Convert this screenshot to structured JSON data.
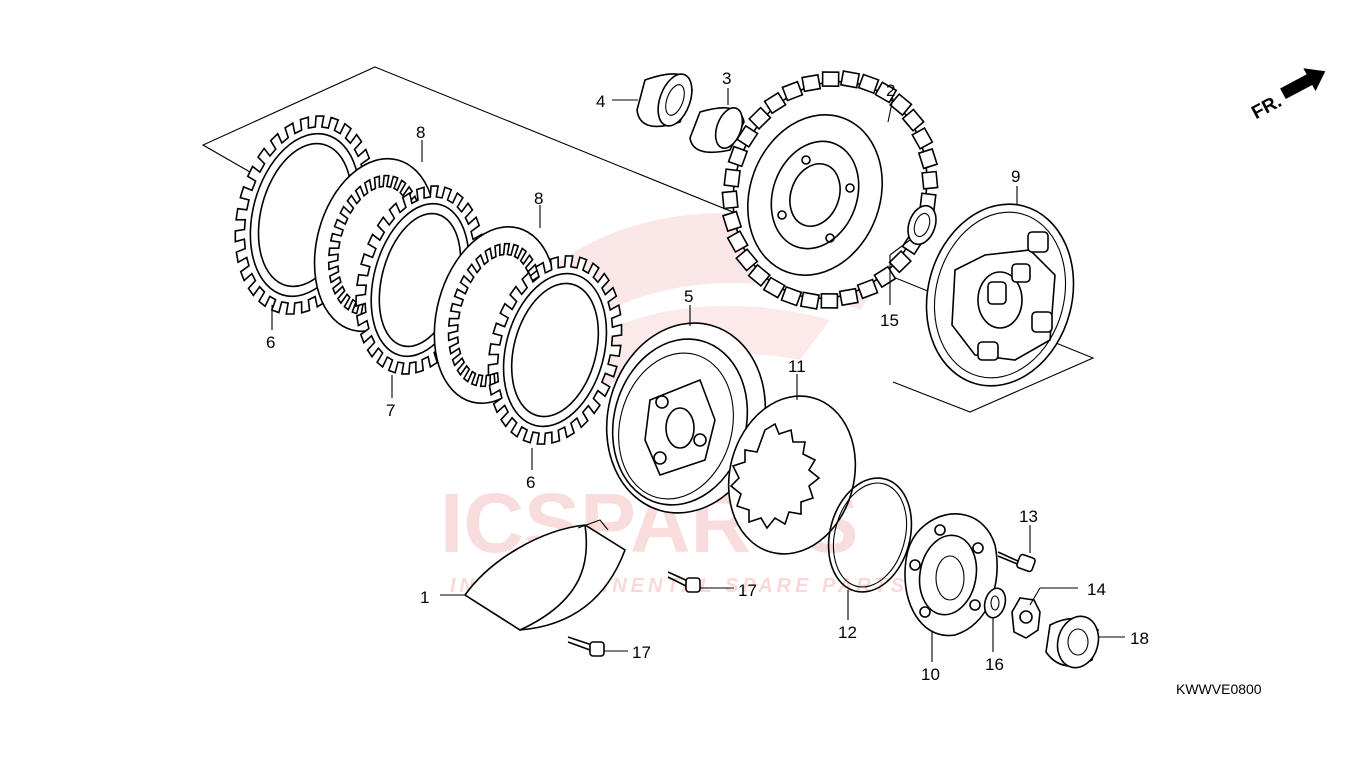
{
  "diagram_code": "KWWVE0800",
  "orientation_label": "FR.",
  "watermark": {
    "brand": "ICSPARTS",
    "tagline": "INTERCONTINENTAL SPARE PARTS"
  },
  "callouts": {
    "c1": "1",
    "c2": "2",
    "c3": "3",
    "c4": "4",
    "c5": "5",
    "c6a": "6",
    "c6b": "6",
    "c7": "7",
    "c8a": "8",
    "c8b": "8",
    "c9": "9",
    "c10": "10",
    "c11": "11",
    "c12": "12",
    "c13": "13",
    "c14": "14",
    "c15": "15",
    "c16": "16",
    "c17a": "17",
    "c17b": "17",
    "c18": "18"
  },
  "icons": {
    "front_arrow": "arrow-up-right-icon"
  }
}
